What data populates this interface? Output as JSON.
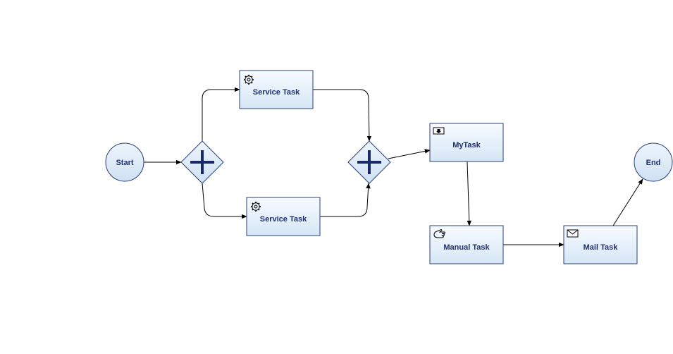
{
  "diagram": {
    "nodes": {
      "start": {
        "label": "Start",
        "kind": "start-event"
      },
      "fork": {
        "label": "",
        "kind": "parallel-gateway"
      },
      "service_task_1": {
        "label": "Service Task",
        "kind": "service-task",
        "icon": "gear-icon"
      },
      "service_task_2": {
        "label": "Service Task",
        "kind": "service-task",
        "icon": "gear-icon"
      },
      "join": {
        "label": "",
        "kind": "parallel-gateway"
      },
      "my_task": {
        "label": "MyTask",
        "kind": "task",
        "icon": "user-task-icon"
      },
      "manual_task": {
        "label": "Manual Task",
        "kind": "manual-task",
        "icon": "hand-icon"
      },
      "mail_task": {
        "label": "Mail Task",
        "kind": "mail-task",
        "icon": "envelope-icon"
      },
      "end": {
        "label": "End",
        "kind": "end-event"
      }
    },
    "edges": [
      {
        "from": "start",
        "to": "fork"
      },
      {
        "from": "fork",
        "to": "service_task_1"
      },
      {
        "from": "fork",
        "to": "service_task_2"
      },
      {
        "from": "service_task_1",
        "to": "join"
      },
      {
        "from": "service_task_2",
        "to": "join"
      },
      {
        "from": "join",
        "to": "my_task"
      },
      {
        "from": "my_task",
        "to": "manual_task"
      },
      {
        "from": "manual_task",
        "to": "mail_task"
      },
      {
        "from": "mail_task",
        "to": "end"
      }
    ],
    "colors": {
      "node_fill_top": "#f7fbff",
      "node_fill_bottom": "#d6e6f6",
      "node_stroke": "#2a3f7a",
      "label_text": "#1f2f6e",
      "gateway_plus": "#1b2a66",
      "edge": "#000000"
    }
  }
}
